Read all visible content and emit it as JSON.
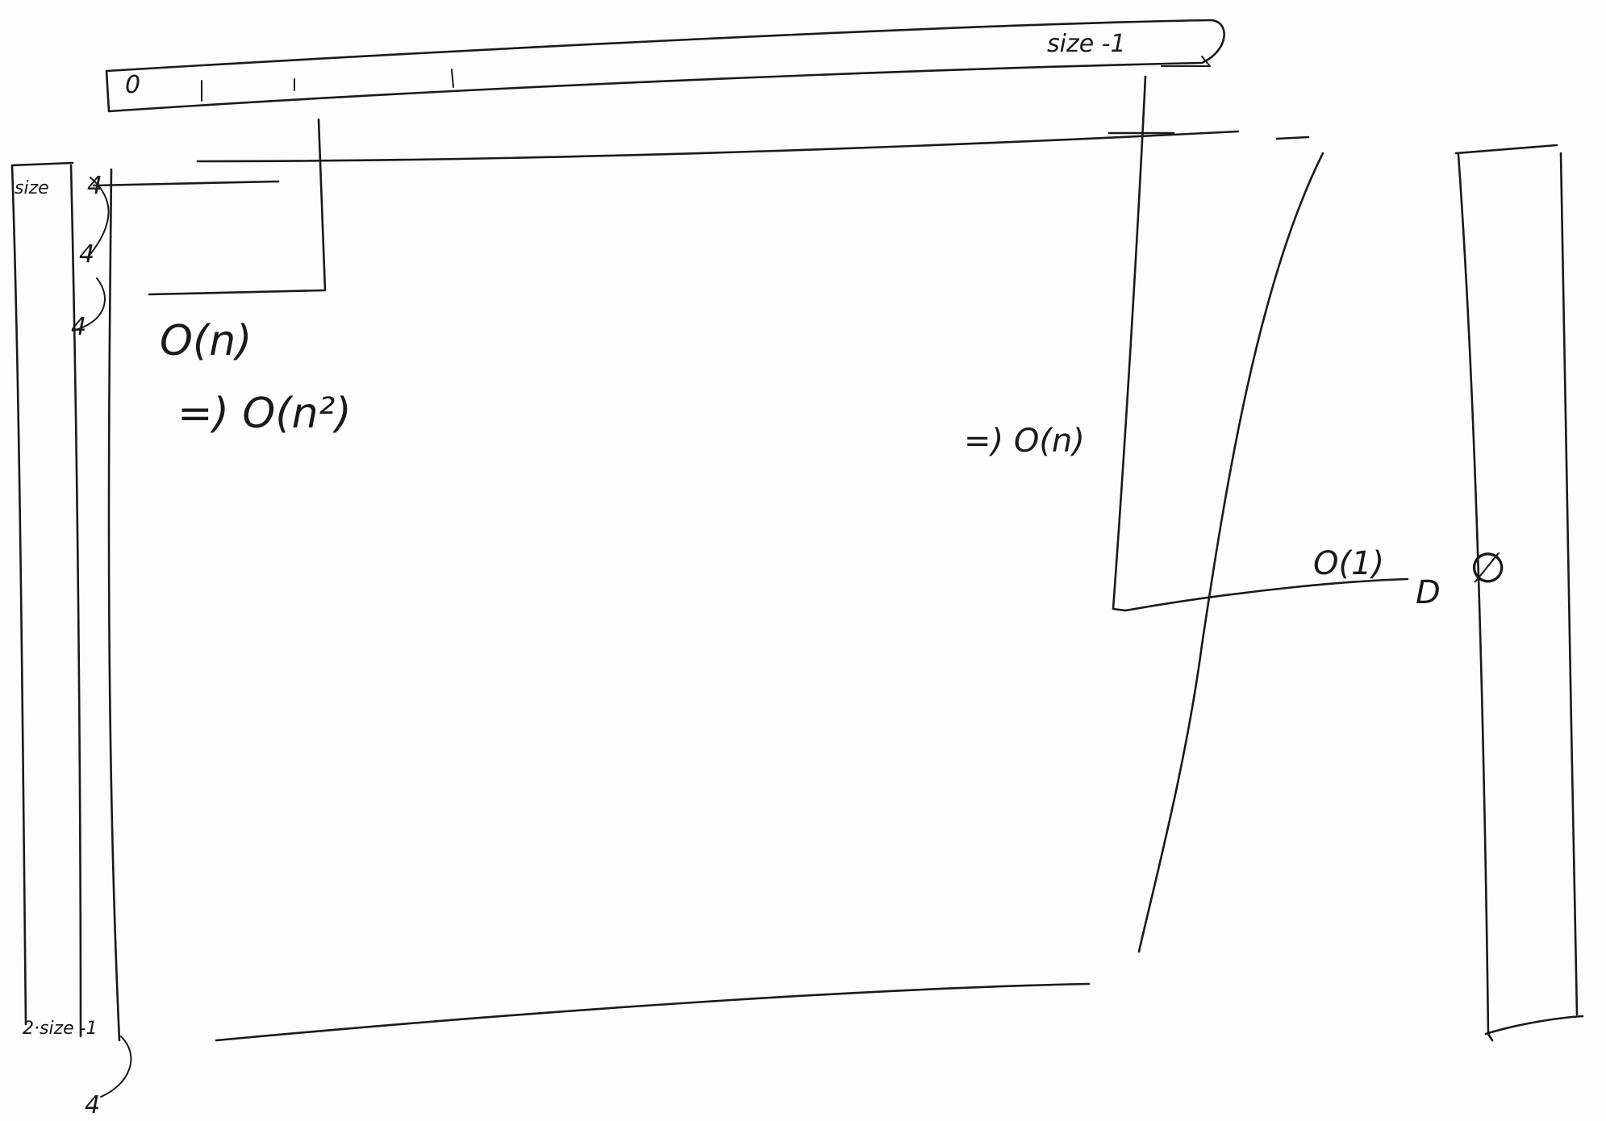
{
  "labels": {
    "top_zero": "0",
    "top_end": "size -1",
    "left_start": "size",
    "left_end": "2·size -1",
    "complexity_n": "O(n)",
    "complexity_n2": "=) O(n²)",
    "complexity_right": "=) O(n)",
    "complexity_one": "O(1)",
    "mark_d": "D",
    "mark_empty": "∅"
  }
}
